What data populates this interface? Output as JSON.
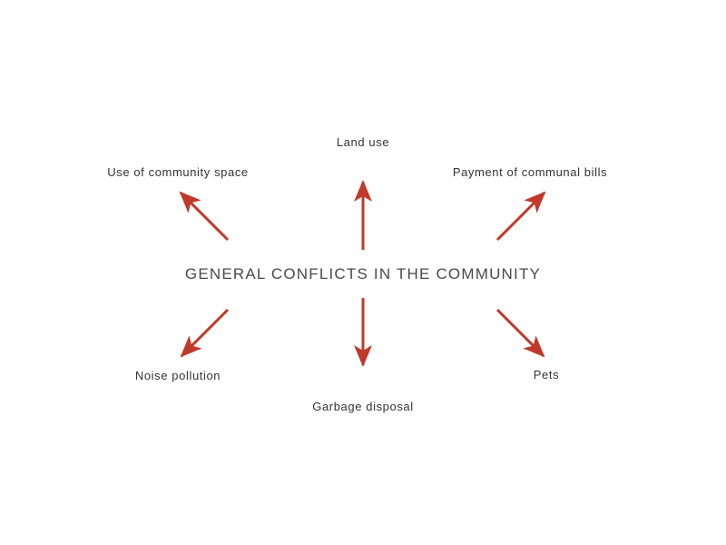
{
  "diagram": {
    "center_title": "GENERAL CONFLICTS IN THE COMMUNITY",
    "accent_color": "#c0392b",
    "text_color": "#333333",
    "topics": {
      "top_left": "Use of community space",
      "top_center": "Land use",
      "top_right": "Payment of communal bills",
      "bottom_left": "Noise pollution",
      "bottom_center": "Garbage disposal",
      "bottom_right": "Pets"
    }
  }
}
